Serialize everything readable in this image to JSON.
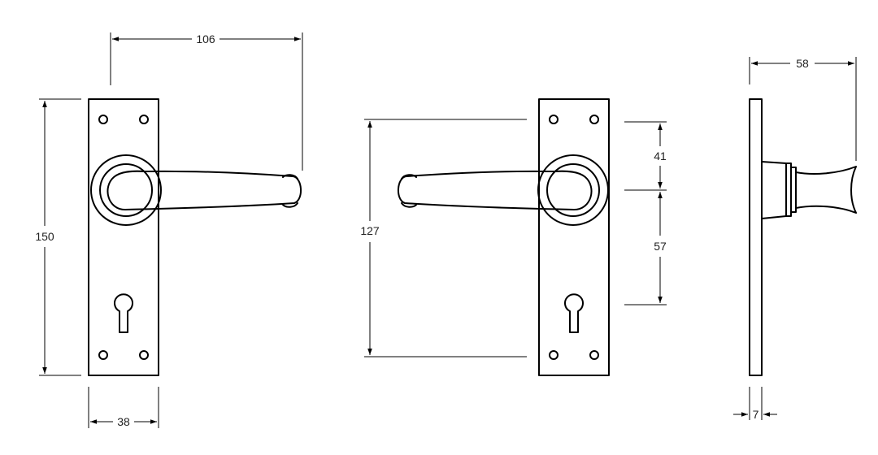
{
  "colors": {
    "line": "#000000",
    "background": "#ffffff"
  },
  "views": {
    "front": {
      "dim_handle_projection": "106",
      "dim_plate_height": "150",
      "dim_plate_width": "38"
    },
    "rear": {
      "dim_spindle_to_keyhole": "127",
      "dim_top_to_spindle": "41",
      "dim_spindle_to_keyhole_center": "57"
    },
    "side": {
      "dim_projection": "58",
      "dim_plate_thickness": "7"
    }
  }
}
